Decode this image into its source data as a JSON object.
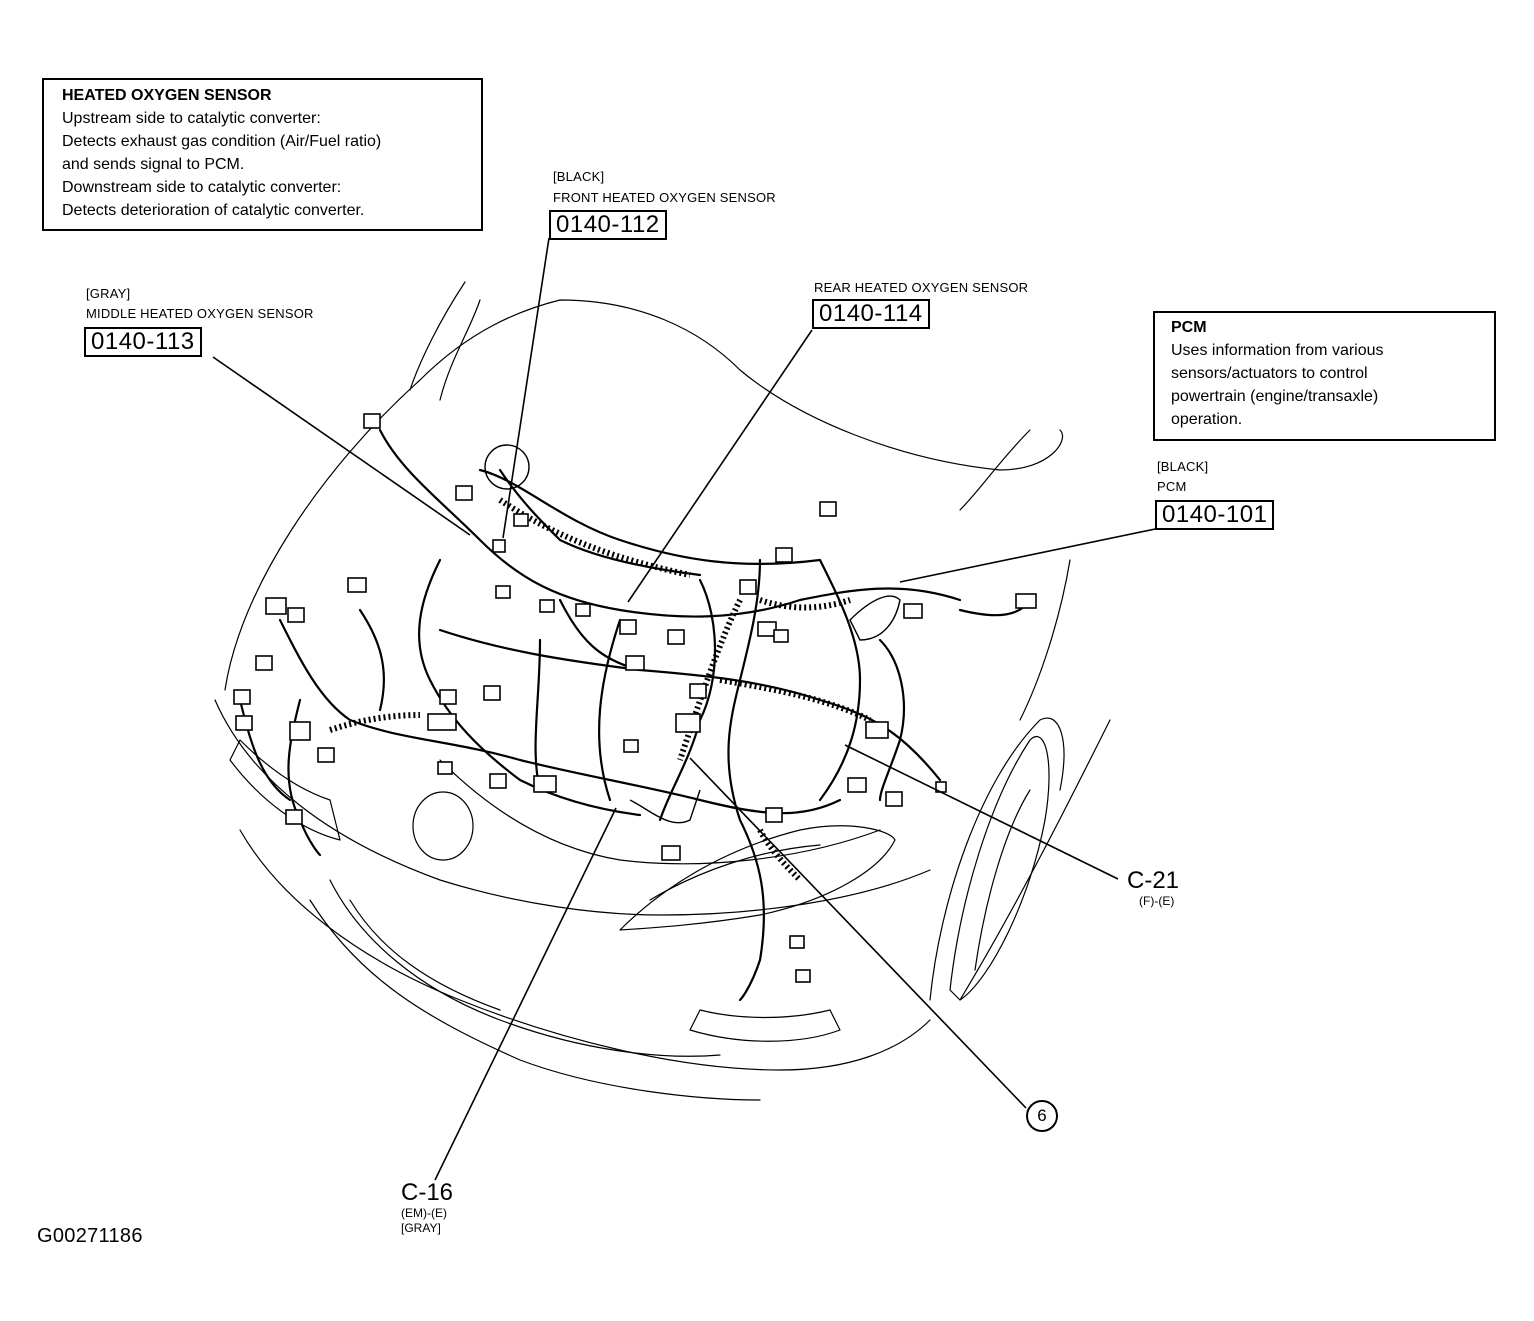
{
  "hos_box": {
    "title": "HEATED OXYGEN SENSOR",
    "lines": [
      "Upstream side to catalytic converter:",
      "Detects exhaust gas condition (Air/Fuel ratio)",
      "and sends signal to PCM.",
      "Downstream side to catalytic converter:",
      "Detects deterioration of catalytic converter."
    ]
  },
  "pcm_box": {
    "title": "PCM",
    "lines": [
      "Uses information from various",
      "sensors/actuators to control",
      "powertrain (engine/transaxle)",
      "operation."
    ]
  },
  "front_sensor": {
    "color": "[BLACK]",
    "name": "FRONT HEATED OXYGEN SENSOR",
    "code": "0140-112"
  },
  "middle_sensor": {
    "color": "[GRAY]",
    "name": "MIDDLE HEATED OXYGEN SENSOR",
    "code": "0140-113"
  },
  "rear_sensor": {
    "name": "REAR HEATED OXYGEN SENSOR",
    "code": "0140-114"
  },
  "pcm_connector": {
    "color": "[BLACK]",
    "name": "PCM",
    "code": "0140-101"
  },
  "c21": {
    "name": "C-21",
    "sub": "(F)-(E)"
  },
  "c16": {
    "name": "C-16",
    "sub": "(EM)-(E)",
    "color": "[GRAY]"
  },
  "ref_number": "6",
  "figure_id": "G00271186"
}
